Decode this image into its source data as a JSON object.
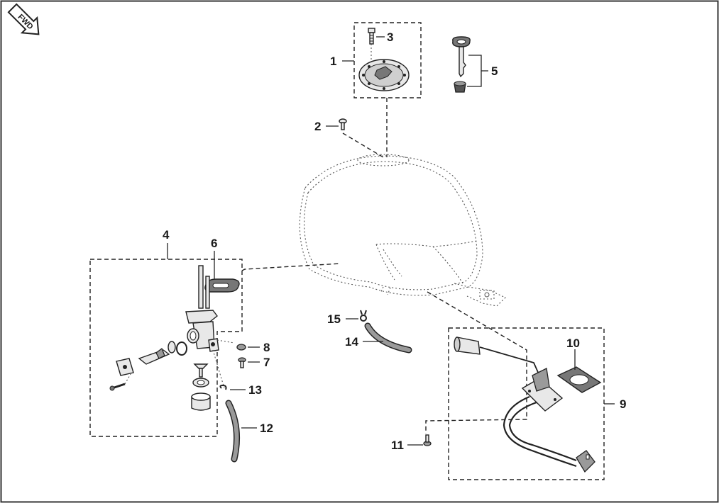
{
  "fwd_badge": "FWD",
  "callouts": [
    "1",
    "2",
    "3",
    "4",
    "5",
    "6",
    "7",
    "8",
    "9",
    "10",
    "11",
    "12",
    "13",
    "14",
    "15"
  ]
}
